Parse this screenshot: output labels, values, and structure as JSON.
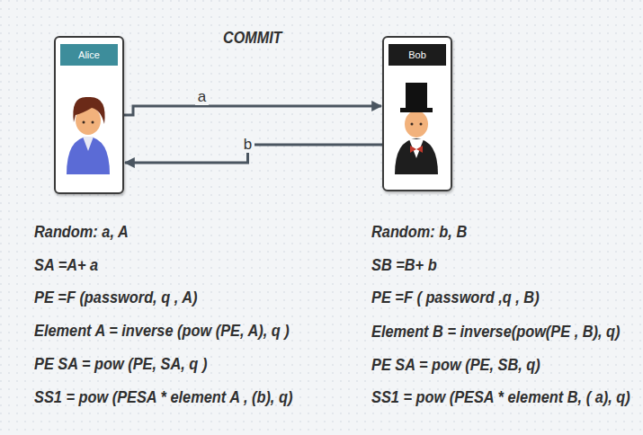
{
  "diagram": {
    "title": "COMMIT",
    "nodes": [
      {
        "text": [
          "Alice"
        ]
      },
      {
        "text": [
          "Bob"
        ]
      }
    ],
    "edges": [
      {
        "from": 0,
        "to": 1,
        "label": "a",
        "arrow": "to"
      },
      {
        "from": 1,
        "to": 0,
        "label": "b",
        "arrow": "to"
      }
    ],
    "labels": [
      "Random: a, A",
      "SA =A+ a",
      "PE =F (password, q , A)",
      "Element A = inverse (pow (PE, A), q )",
      "PE SA = pow (PE, SA, q )",
      "SS1 = pow (PESA * element A , (b), q)",
      "Random: b, B",
      "SB =B+ b",
      "PE =F ( password ,q , B)",
      "Element B = inverse(pow(PE , B), q)",
      "PE SA = pow (PE, SB, q)",
      "SS1 = pow (PESA * element B, ( a), q)"
    ]
  }
}
